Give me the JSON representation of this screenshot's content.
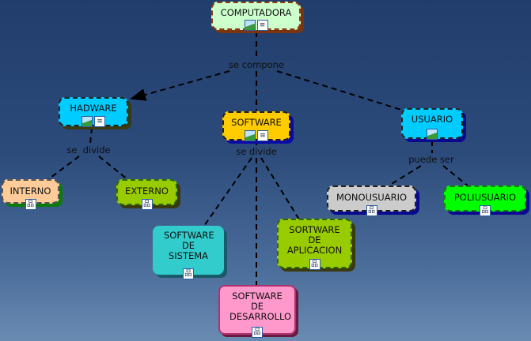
{
  "nodes": {
    "computadora": {
      "label": "COMPUTADORA",
      "color": "#ccffcc",
      "icons": [
        "image-icon",
        "document-icon"
      ]
    },
    "hadware": {
      "label": "HADWARE",
      "color": "#00ccff",
      "icons": [
        "image-icon",
        "document-icon"
      ]
    },
    "software": {
      "label": "SOFTWARE",
      "color": "#ffcc00",
      "icons": [
        "image-icon",
        "document-icon"
      ]
    },
    "usuario": {
      "label": "USUARIO",
      "color": "#00ccff",
      "icons": [
        "image-icon"
      ]
    },
    "interno": {
      "label": "INTERNO",
      "color": "#ffcc99",
      "icons": [
        "submap-icon"
      ]
    },
    "externo": {
      "label": "EXTERNO",
      "color": "#99cc00",
      "icons": [
        "submap-icon"
      ]
    },
    "sistema": {
      "label": "SOFTWARE DE SISTEMA",
      "color": "#33cccc",
      "icons": [
        "submap-icon"
      ]
    },
    "aplicacion": {
      "label": "SORTWARE DE APLICACION",
      "color": "#99cc00",
      "icons": [
        "submap-icon"
      ]
    },
    "desarrollo": {
      "label": "SOFTWARE DE DESARROLLO",
      "color": "#ff99cc",
      "icons": [
        "submap-icon"
      ]
    },
    "monousuario": {
      "label": "MONOUSUARIO",
      "color": "#cccccc",
      "icons": [
        "submap-icon"
      ]
    },
    "poliusuario": {
      "label": "POLIUSUARIO",
      "color": "#00ff00",
      "icons": [
        "submap-icon"
      ]
    }
  },
  "links": {
    "se_compone": "se compone",
    "hw_se_divide": "se  divide",
    "sw_se_divide": "se divide",
    "puede_ser": "puede ser"
  }
}
